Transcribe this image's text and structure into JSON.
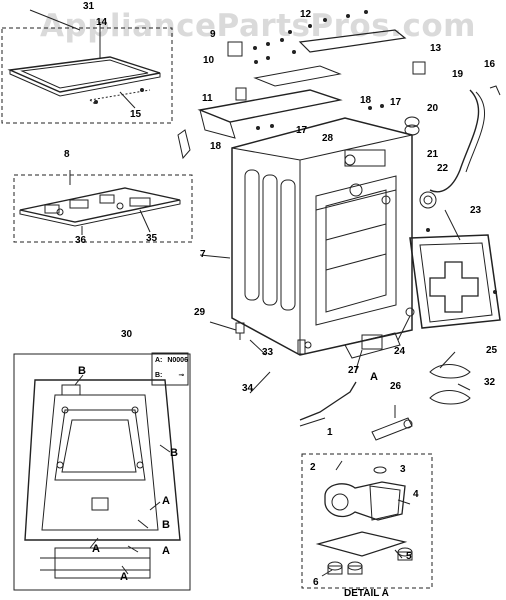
{
  "watermark": "AppliancePartsPros.com",
  "callouts": {
    "c1": "1",
    "c2": "2",
    "c3": "3",
    "c4": "4",
    "c5": "5",
    "c6": "6",
    "c7": "7",
    "c8": "8",
    "c9": "9",
    "c10": "10",
    "c11": "11",
    "c12": "12",
    "c13": "13",
    "c14": "14",
    "c15": "15",
    "c16": "16",
    "c17": "17",
    "c18": "18",
    "c19": "19",
    "c20": "20",
    "c21": "21",
    "c22": "22",
    "c23": "23",
    "c24": "24",
    "c25": "25",
    "c26": "26",
    "c27": "27",
    "c28": "28",
    "c29": "29",
    "c30": "30",
    "c31": "31",
    "c32": "32",
    "c33": "33",
    "c34": "34",
    "c35": "35",
    "c36": "36"
  },
  "detail_letters": {
    "a": "A",
    "b": "B"
  },
  "legend": {
    "a_label": "A:",
    "a_code": "N0006",
    "b_label": "B:"
  },
  "detail_caption": "DETAIL A"
}
